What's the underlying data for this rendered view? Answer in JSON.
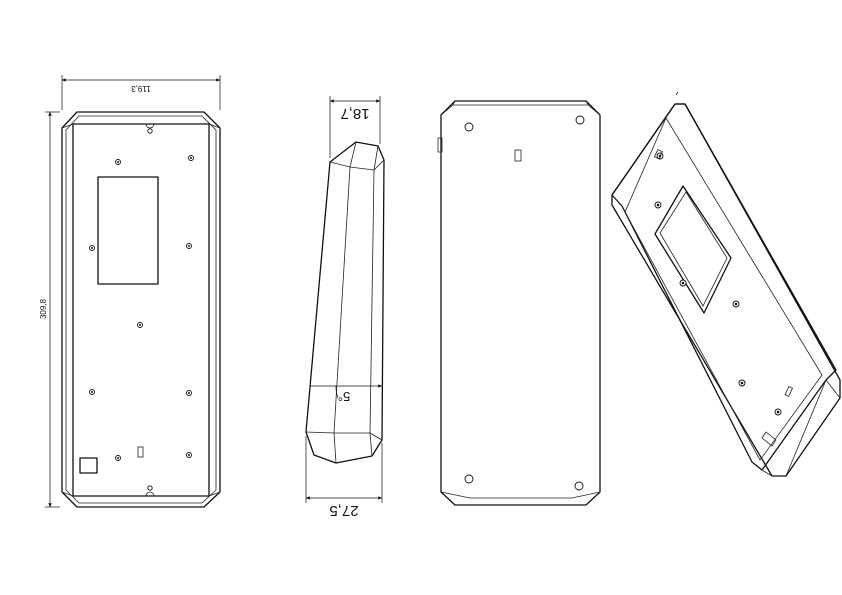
{
  "drawing": {
    "dimensions": {
      "width": "119,3",
      "height": "309,8",
      "top_depth": "18,7",
      "bottom_depth": "27,5",
      "angle": "5°"
    }
  }
}
